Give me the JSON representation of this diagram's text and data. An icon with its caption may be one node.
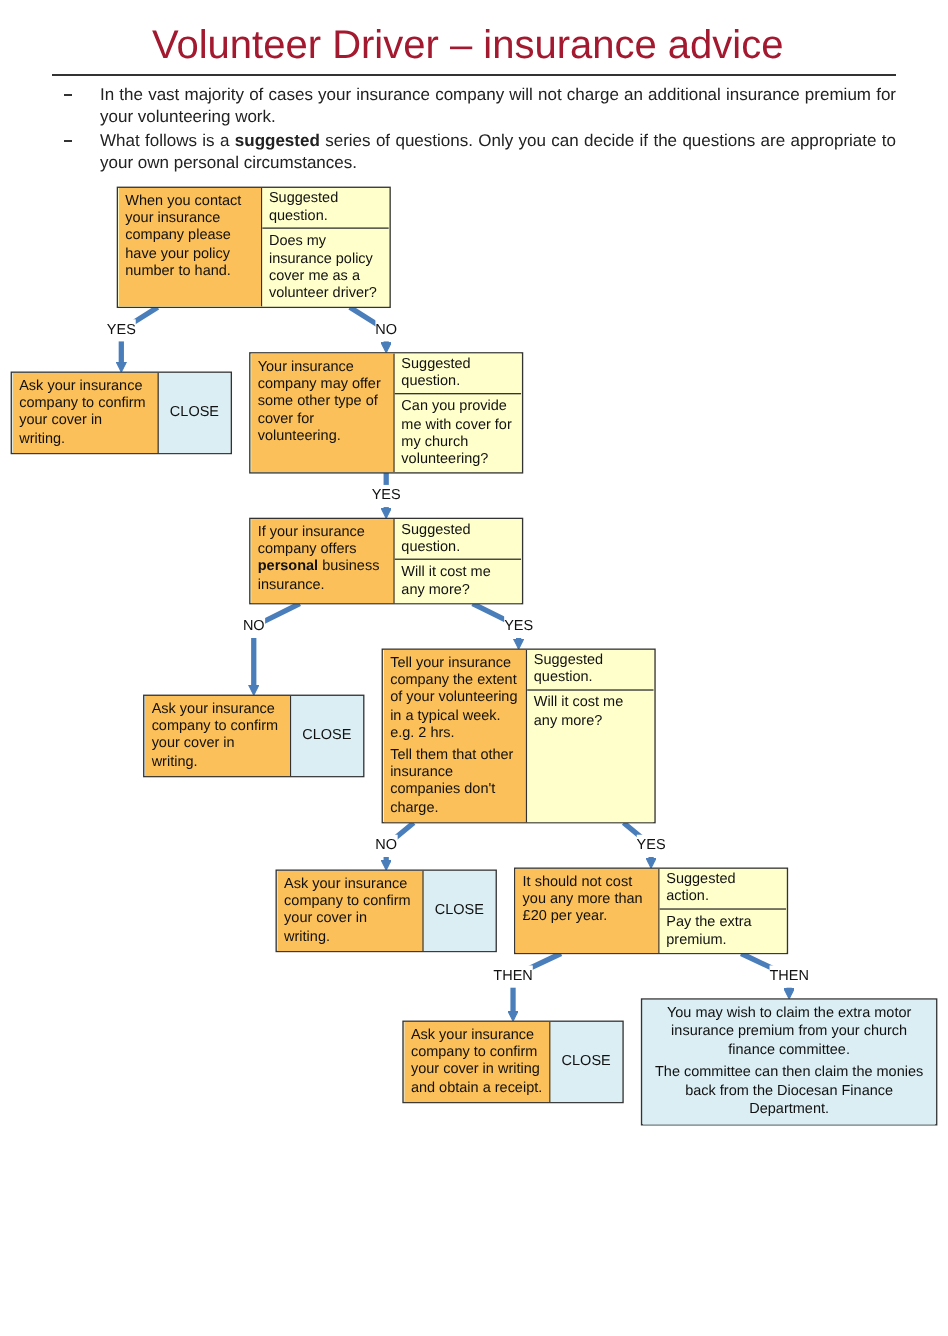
{
  "diagram": {
    "title": "Volunteer Driver – insurance advice",
    "nodes": [
      {
        "text": [
          "When you contact your insurance company please have your policy number to hand.",
          "Suggested question.",
          "Does my insurance policy cover me as a volunteer driver?"
        ]
      },
      {
        "text": [
          "Ask your insurance company to confirm your cover in writing.",
          "CLOSE"
        ]
      },
      {
        "text": [
          "Your insurance company may offer some other type of cover for volunteering.",
          "Suggested question.",
          "Can you provide me with cover for my church volunteering?"
        ]
      },
      {
        "text": [
          "If your insurance company offers **personal** business insurance.",
          "Suggested question.",
          "Will it cost me any more?"
        ]
      },
      {
        "text": [
          "Ask your insurance company to confirm your cover in writing.",
          "CLOSE"
        ]
      },
      {
        "text": [
          "Tell your insurance company the extent of your volunteering in a typical week. e.g. 2 hrs.",
          "Tell them that other insurance companies don't charge.",
          "Suggested question.",
          "Will it cost me any more?"
        ]
      },
      {
        "text": [
          "Ask your insurance company to confirm your cover in writing.",
          "CLOSE"
        ]
      },
      {
        "text": [
          "It should not cost you any more than £20 per year.",
          "Suggested action.",
          "Pay the extra premium."
        ]
      },
      {
        "text": [
          "Ask your insurance company to confirm your cover in writing and obtain a receipt.",
          "CLOSE"
        ]
      },
      {
        "text": [
          "You may wish to claim the extra motor insurance premium from your church finance committee.",
          "The committee can then claim the monies back from the Diocesan Finance Department."
        ]
      }
    ],
    "edges": [
      {
        "from": 0,
        "to": 1,
        "arrow": "to",
        "label": "YES"
      },
      {
        "from": 0,
        "to": 2,
        "arrow": "to",
        "label": "NO"
      },
      {
        "from": 2,
        "to": 3,
        "arrow": "to",
        "label": "YES"
      },
      {
        "from": 3,
        "to": 4,
        "arrow": "to",
        "label": "NO"
      },
      {
        "from": 3,
        "to": 5,
        "arrow": "to",
        "label": "YES"
      },
      {
        "from": 5,
        "to": 6,
        "arrow": "to",
        "label": "NO"
      },
      {
        "from": 5,
        "to": 7,
        "arrow": "to",
        "label": "YES"
      },
      {
        "from": 7,
        "to": 8,
        "arrow": "to",
        "label": "THEN"
      },
      {
        "from": 7,
        "to": 9,
        "arrow": "to",
        "label": "THEN"
      }
    ],
    "labels": [
      "In the vast majority of cases your insurance company will not charge an additional insurance premium for your volunteering work.",
      "What follows is a **suggested** series of questions. Only you can decide if the questions are appropriate to your own personal circumstances."
    ]
  }
}
